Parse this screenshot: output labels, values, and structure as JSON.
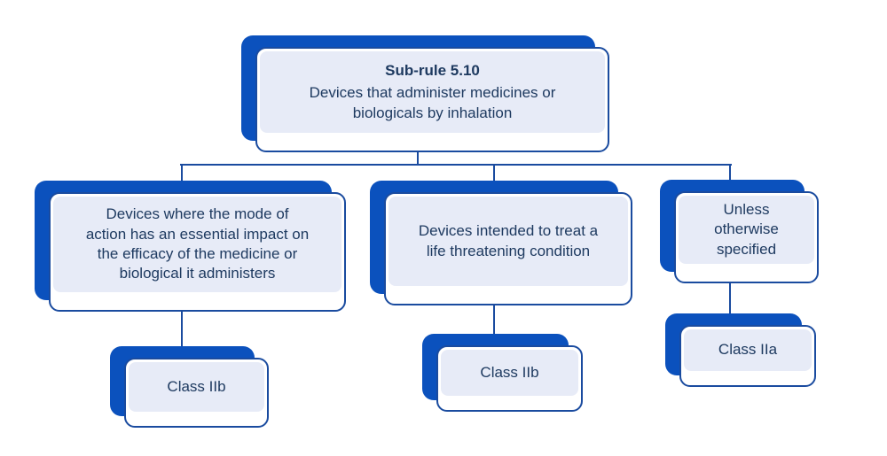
{
  "root": {
    "title": "Sub-rule 5.10",
    "description": "Devices that administer medicines or biologicals by inhalation"
  },
  "branches": [
    {
      "condition": "Devices where the mode of action has an essential impact on the efficacy of the medicine or biological it administers",
      "classification": "Class IIb"
    },
    {
      "condition": "Devices intended to treat a life threatening condition",
      "classification": "Class IIb"
    },
    {
      "condition": "Unless otherwise specified",
      "classification": "Class IIa"
    }
  ],
  "colors": {
    "shadow": "#0B51BD",
    "border": "#1A4B9F",
    "fill": "#E7EBF7",
    "text": "#1E3A60",
    "background": "#FFFFFF"
  }
}
